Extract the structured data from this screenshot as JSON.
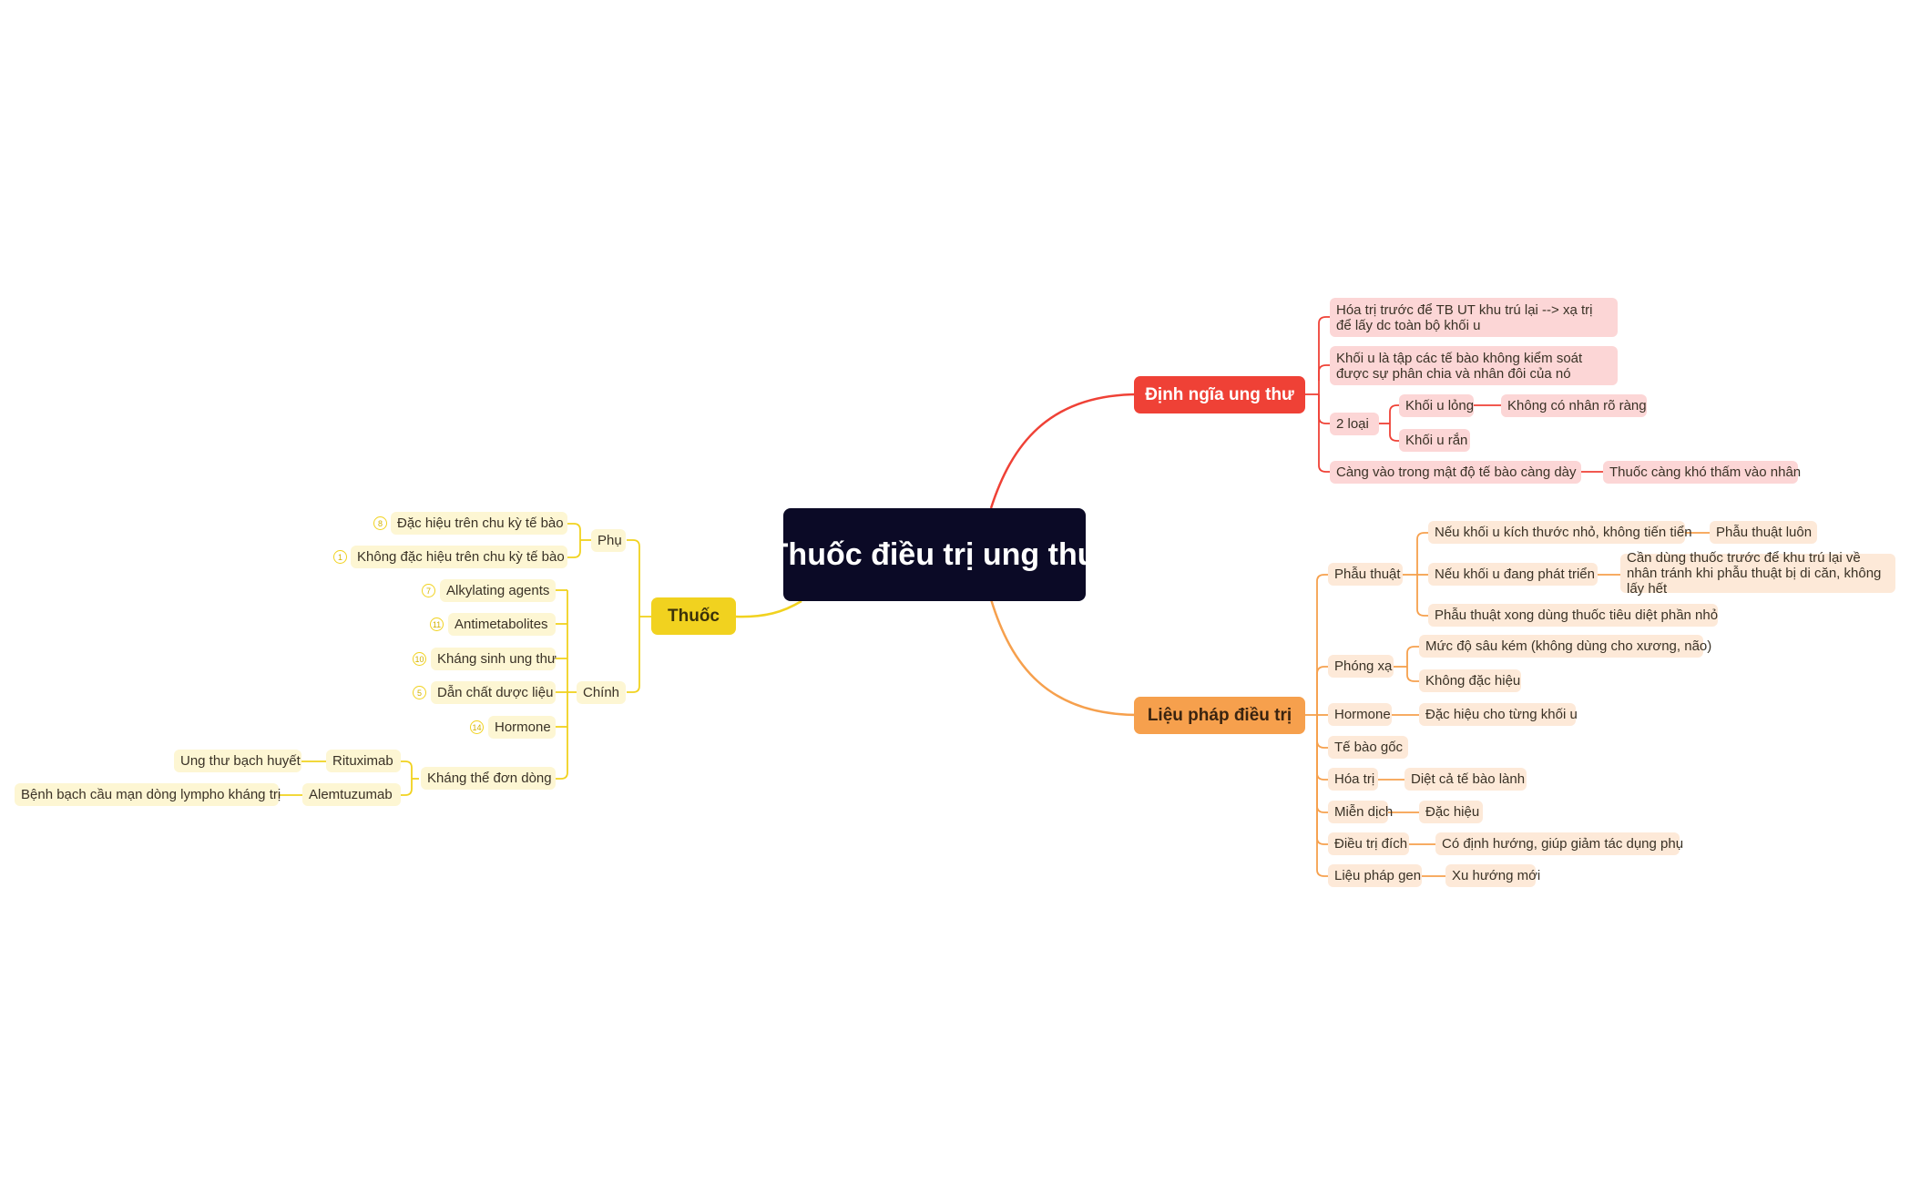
{
  "root": "Thuốc điều trị ung thư",
  "colors": {
    "red": "#ef4136",
    "orange": "#f6a04d",
    "yellow": "#f1d21f",
    "root_bg": "#0b0a26"
  },
  "dinh_nghia": {
    "title": "Định ngĩa ung thư",
    "items": [
      "Hóa trị trước để TB UT khu trú lại --> xạ trị để lấy dc toàn bộ khối u",
      "Khối u là tập các tế bào không kiểm soát được sự phân chia và nhân đôi của nó",
      "2 loại",
      "Càng vào trong mật độ tế bào càng dày"
    ],
    "two_types": [
      "Khối u lỏng",
      "Khối u rắn"
    ],
    "khoi_u_long_detail": "Không có nhân rõ ràng",
    "mat_do_detail": "Thuốc càng khó thấm vào nhân"
  },
  "lieu_phap": {
    "title": "Liệu pháp điều trị",
    "phau_thuat": {
      "label": "Phẫu thuật",
      "items": [
        "Nếu khối u kích thước nhỏ, không tiến tiển",
        "Nếu khối u đang phát triển",
        "Phẫu thuật xong dùng thuốc tiêu diệt phần nhỏ"
      ],
      "details": [
        "Phẫu thuật luôn",
        "Cần dùng thuốc trước để khu trú lại về nhân tránh khi phẫu thuật bị di căn, không lấy hết"
      ]
    },
    "phong_xa": {
      "label": "Phóng xạ",
      "items": [
        "Mức độ sâu kém (không dùng cho xương, não)",
        "Không đặc hiệu"
      ]
    },
    "hormone": {
      "label": "Hormone",
      "detail": "Đặc hiệu cho từng khối u"
    },
    "te_bao_goc": "Tế bào gốc",
    "hoa_tri": {
      "label": "Hóa trị",
      "detail": "Diệt cả tế bào lành"
    },
    "mien_dich": {
      "label": "Miễn dịch",
      "detail": "Đặc hiệu"
    },
    "dieu_tri_dich": {
      "label": "Điều trị đích",
      "detail": "Có định hướng, giúp giảm tác dụng phụ"
    },
    "lieu_phap_gen": {
      "label": "Liệu pháp gen",
      "detail": "Xu hướng mới"
    }
  },
  "thuoc": {
    "title": "Thuốc",
    "phu": {
      "label": "Phụ",
      "items": [
        {
          "label": "Đặc hiệu trên chu kỳ tế bào",
          "count": "8"
        },
        {
          "label": "Không đặc hiệu trên chu kỳ tế bào",
          "count": "1"
        }
      ]
    },
    "chinh": {
      "label": "Chính",
      "items": [
        {
          "label": "Alkylating agents",
          "count": "7"
        },
        {
          "label": "Antimetabolites",
          "count": "11"
        },
        {
          "label": "Kháng sinh ung thư",
          "count": "10"
        },
        {
          "label": "Dẫn chất dược liệu",
          "count": "5"
        },
        {
          "label": "Hormone",
          "count": "14"
        },
        {
          "label": "Kháng thể đơn dòng",
          "count": ""
        }
      ],
      "khang_the": [
        {
          "label": "Rituximab",
          "detail": "Ung thư bạch huyết"
        },
        {
          "label": "Alemtuzumab",
          "detail": "Bệnh bạch cầu mạn dòng lympho kháng trị"
        }
      ]
    }
  }
}
